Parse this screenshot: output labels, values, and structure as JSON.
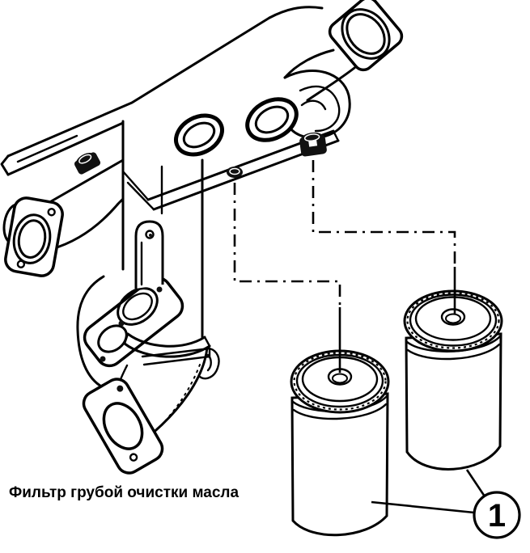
{
  "page": {
    "background_color": "#ffffff",
    "line_color": "#000000"
  },
  "figure": {
    "caption": "Фильтр грубой очистки масла",
    "callout_label": "1",
    "parts": [
      {
        "callout": "1",
        "label": "Фильтр грубой очистки масла",
        "count_shown": 2
      }
    ],
    "components": [
      "exhaust-manifold-assembly",
      "filter-housing",
      "outlet-flange",
      "oil-filter-front",
      "oil-filter-rear",
      "dash-dot-leader-lines",
      "callout-circle-1"
    ]
  }
}
